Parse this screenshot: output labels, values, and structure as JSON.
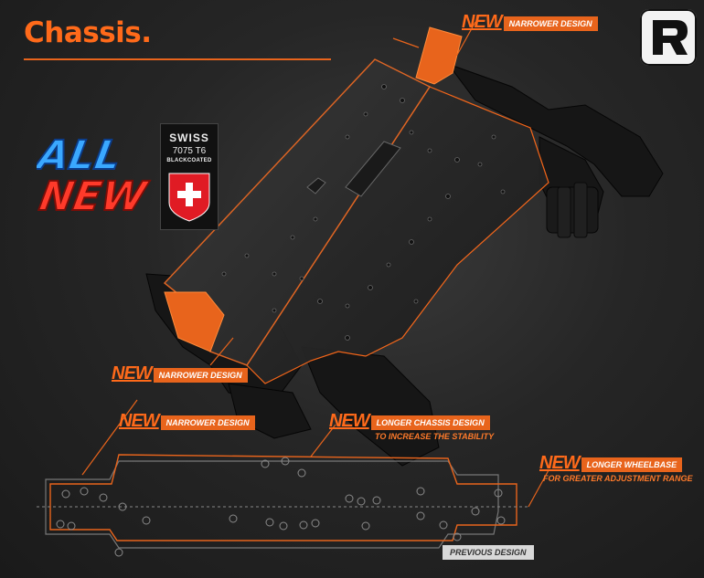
{
  "page": {
    "title": "Chassis."
  },
  "badges": {
    "all_new_line1": "ALL",
    "all_new_line2": "NEW",
    "swiss_line1": "SWISS",
    "swiss_line2": "7075 T6",
    "swiss_line3": "BLACKCOATED"
  },
  "callouts": {
    "new_word": "NEW",
    "top": {
      "label": "NARROWER DESIGN"
    },
    "mid": {
      "label": "NARROWER DESIGN"
    },
    "lower_left": {
      "label": "NARROWER DESIGN"
    },
    "center": {
      "label": "LONGER CHASSIS DESIGN",
      "sub": "TO INCREASE THE STABILITY"
    },
    "right": {
      "label": "LONGER WHEELBASE",
      "sub": "FOR GREATER ADJUSTMENT RANGE"
    },
    "previous": {
      "label": "PREVIOUS DESIGN"
    }
  },
  "colors": {
    "accent": "#e8641c",
    "accent_light": "#ff6a1a",
    "plate": "#2b2b2b"
  },
  "icons": [
    "brand-r-logo-icon",
    "swiss-cross-icon"
  ]
}
